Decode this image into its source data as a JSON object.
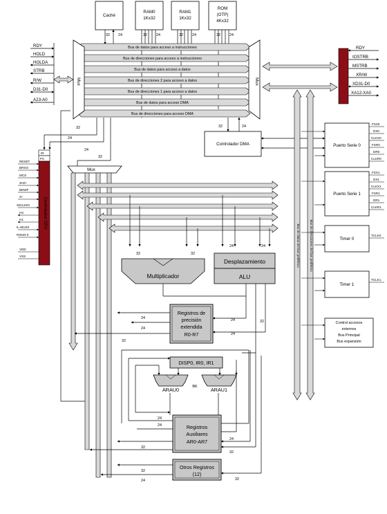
{
  "top_blocks": {
    "cache": "Caché",
    "ram0": [
      "RAM0",
      "1Kx32"
    ],
    "ram1": [
      "RAM1",
      "1Kx32"
    ],
    "rom": [
      "ROM",
      "(OTP)",
      "4Kx32"
    ]
  },
  "bit_labels": {
    "b32": "32",
    "b24": "24"
  },
  "buses": {
    "data_prog": "Bus de datos para acceso a instrucciones",
    "addr_prog": "Bus de direcciones para acceso a instrucciones",
    "data": "Bus de datos para acceso a datos",
    "addr2": "Bus de direcciones 2 para acceso a datos",
    "addr1": "Bus de direcciones 1 para acceso a datos",
    "data_dma": "Bus de datos para acceso DMA",
    "addr_dma": "Bus de direcciones para acceso DMA"
  },
  "mux_labels": {
    "left": "Mux",
    "right": "Mux",
    "cpu": "Mux"
  },
  "left_signals": [
    "RDY",
    "HOLD",
    "HOLDA",
    "STRB",
    "R/W",
    "D31-D0",
    "A23-A0"
  ],
  "right_signals": [
    "RDY",
    "IOSTRB",
    "MSTRB",
    "XR/W",
    "XD31-D0",
    "XA12-XA0"
  ],
  "cpu_signals": [
    "RESET",
    "BRSO",
    "MCS",
    "3H2+",
    "BDWF",
    "3+",
    "32CLKIN",
    "H3",
    "H1",
    "IL-MUX0",
    "RSNO-0",
    "VDD",
    "VSS"
  ],
  "controller": {
    "label": "Controlador CPU",
    "ir": "IR",
    "pc": "PC"
  },
  "dma_controller": "Controlador DMA",
  "serial0": {
    "label": "Puerto Serie 0",
    "signals": [
      "FSX0",
      "DX0",
      "CLKX0",
      "FSR0",
      "DR0",
      "CLKR0"
    ]
  },
  "serial1": {
    "label": "Puerto Serie 1",
    "signals": [
      "FSX1",
      "DX1",
      "CLKX1",
      "FSR1",
      "DR1",
      "CLKR1"
    ]
  },
  "timer0": {
    "label": "Timer 0",
    "signal": "TCLK0"
  },
  "timer1": {
    "label": "Timer 1",
    "signal": "TCLK1"
  },
  "peripheral_control": [
    "Control accesos",
    "externos",
    "Bus Principal",
    "Bus expansión"
  ],
  "vertical_buses": {
    "data": "Bus de datos del bus periférico",
    "addr": "Bus de direcciones del bus periférico"
  },
  "functional_units": {
    "multiplier": "Multiplicador",
    "shift": "Desplazamiento",
    "alu": "ALU"
  },
  "ext_registers": [
    "Registros de",
    "precisión",
    "extendida",
    "R0-R7"
  ],
  "disp_regs": "DISP0, IR0, IR1",
  "arau0": "ARAU0",
  "arau1": "ARAU1",
  "bk": "BK",
  "aux_registers": [
    "Registros",
    "Auxiliares",
    "AR0-AR7"
  ],
  "other_registers": [
    "Otros Registros",
    "(12)"
  ],
  "colors": {
    "bus_fill": "#d9d9d9",
    "controller_fill": "#8b0e16",
    "unit_fill": "#c8c8c8",
    "line": "#000000"
  }
}
